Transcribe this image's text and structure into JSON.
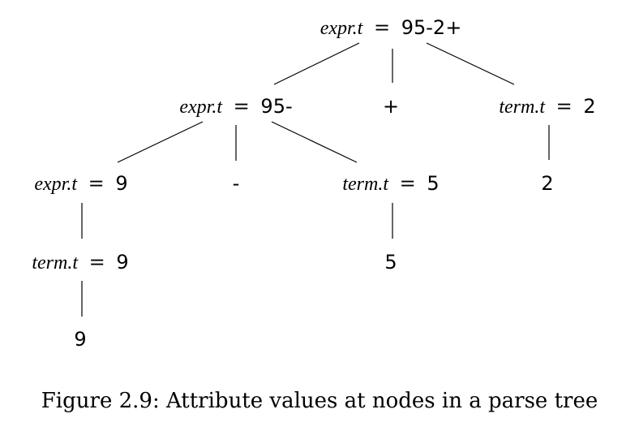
{
  "diagram": {
    "nodes": {
      "root": {
        "attr": "expr.t",
        "eq": "=",
        "value": "95-2+"
      },
      "expr_95m": {
        "attr": "expr.t",
        "eq": "=",
        "value": "95-"
      },
      "plus": {
        "value": "+"
      },
      "term_2": {
        "attr": "term.t",
        "eq": "=",
        "value": "2"
      },
      "expr_9": {
        "attr": "expr.t",
        "eq": "=",
        "value": "9"
      },
      "minus": {
        "value": "-"
      },
      "term_5": {
        "attr": "term.t",
        "eq": "=",
        "value": "5"
      },
      "leaf_2": {
        "value": "2"
      },
      "term_9": {
        "attr": "term.t",
        "eq": "=",
        "value": "9"
      },
      "leaf_5": {
        "value": "5"
      },
      "leaf_9": {
        "value": "9"
      }
    }
  },
  "caption": "Figure 2.9: Attribute values at nodes in a parse tree"
}
